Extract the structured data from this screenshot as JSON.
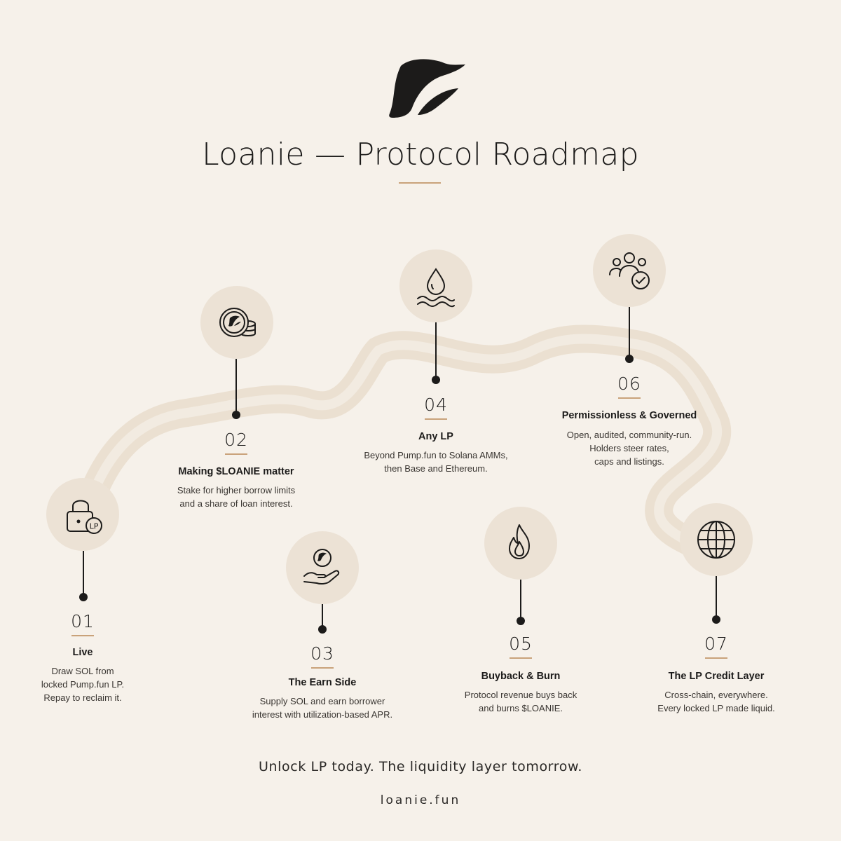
{
  "header": {
    "logo_icon": "loanie-bird-logo",
    "title": "Loanie — Protocol Roadmap"
  },
  "milestones": [
    {
      "number": "01",
      "title": "Live",
      "description": [
        "Draw SOL from",
        "locked Pump.fun LP.",
        "Repay to reclaim it."
      ],
      "icon": "lock-lp-icon"
    },
    {
      "number": "02",
      "title": "Making $LOANIE matter",
      "description": [
        "Stake for higher borrow limits",
        "and a share of loan interest."
      ],
      "icon": "coin-stack-icon"
    },
    {
      "number": "03",
      "title": "The Earn Side",
      "description": [
        "Supply SOL and earn borrower",
        "interest with utilization-based APR."
      ],
      "icon": "hand-coin-icon"
    },
    {
      "number": "04",
      "title": "Any LP",
      "description": [
        "Beyond Pump.fun to Solana AMMs,",
        "then Base and Ethereum."
      ],
      "icon": "liquidity-drop-icon"
    },
    {
      "number": "05",
      "title": "Buyback & Burn",
      "description": [
        "Protocol revenue buys back",
        "and burns $LOANIE."
      ],
      "icon": "flame-icon"
    },
    {
      "number": "06",
      "title": "Permissionless & Governed",
      "description": [
        "Open, audited, community-run.",
        "Holders steer rates,",
        "caps and listings."
      ],
      "icon": "community-check-icon"
    },
    {
      "number": "07",
      "title": "The LP Credit Layer",
      "description": [
        "Cross-chain, everywhere.",
        "Every locked LP made liquid."
      ],
      "icon": "globe-icon"
    }
  ],
  "footer": {
    "tagline": "Unlock LP today. The liquidity layer tomorrow.",
    "url": "loanie.fun"
  },
  "colors": {
    "background": "#f6f1ea",
    "circle": "#ece2d5",
    "path": "#ebe0d1",
    "accent": "#c9a27a",
    "ink": "#1c1b1a"
  }
}
